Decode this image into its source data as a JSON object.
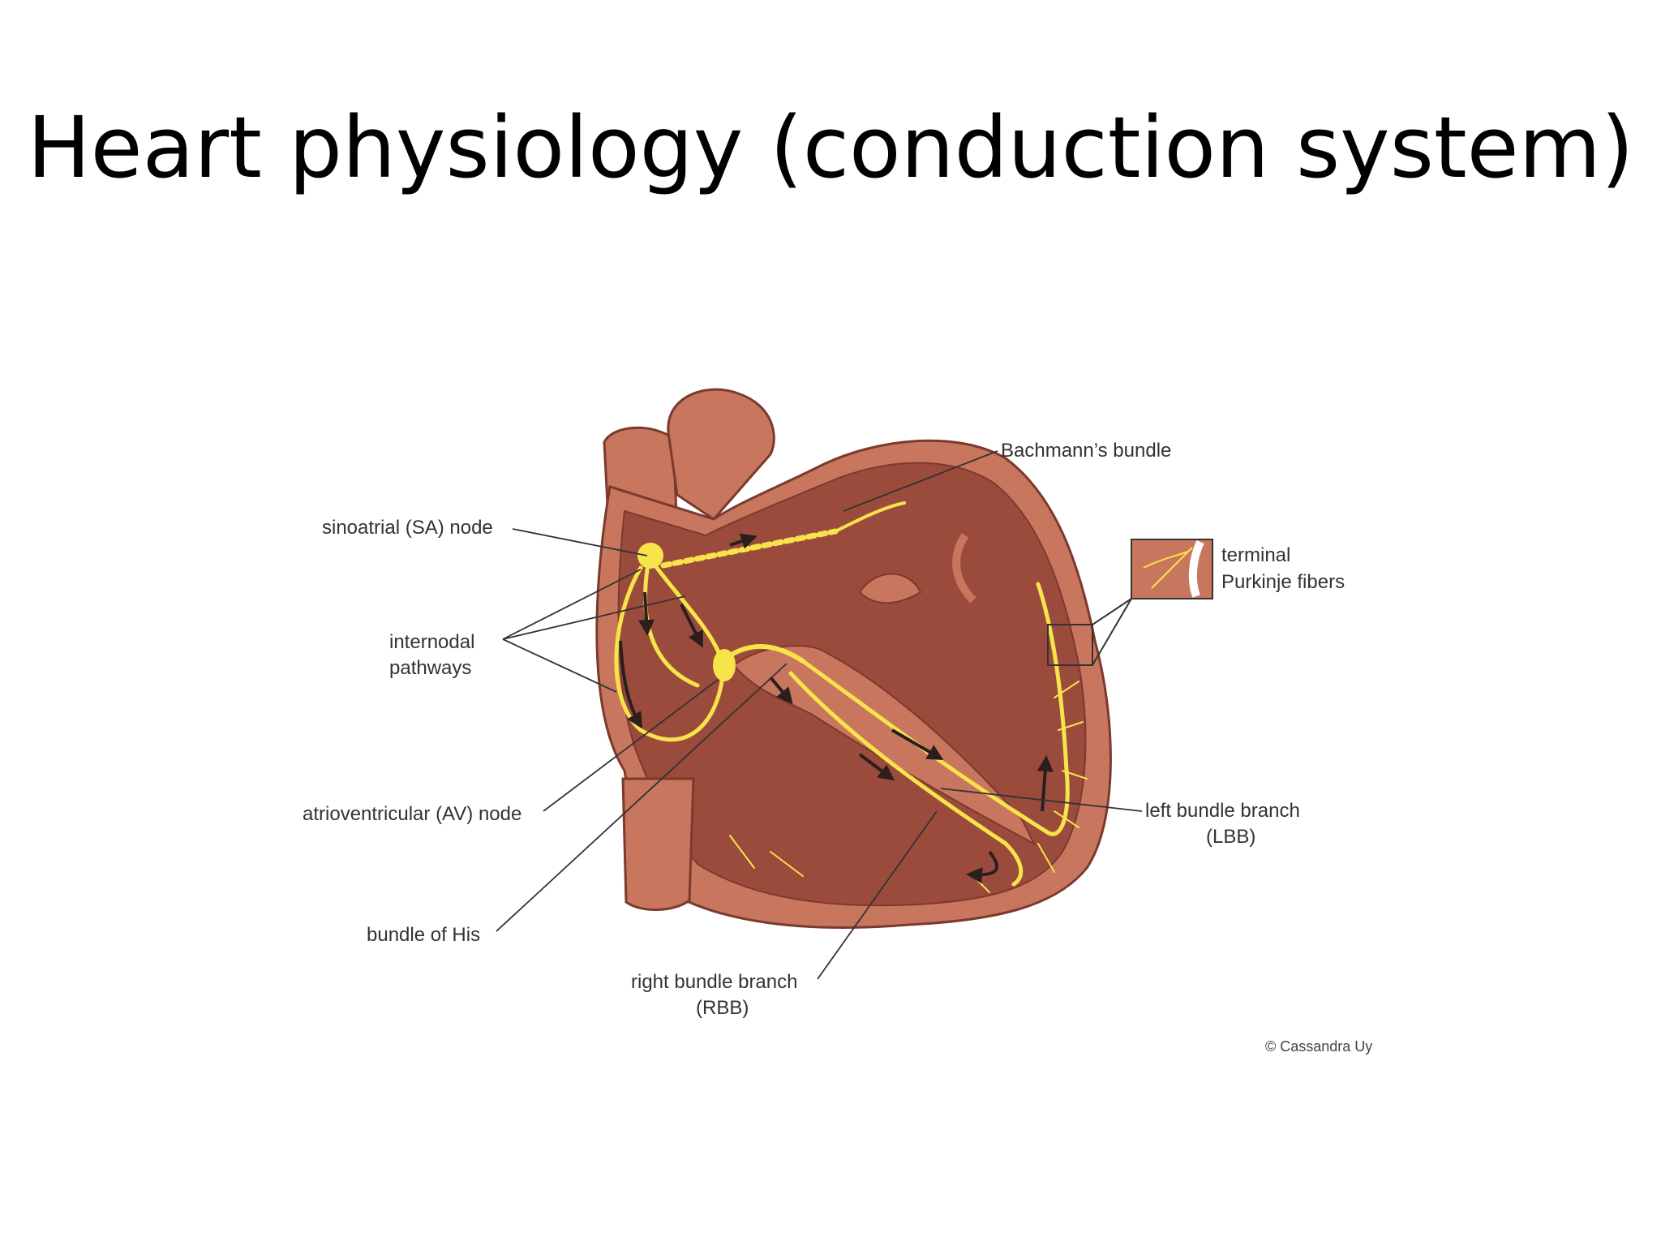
{
  "slide": {
    "title": "Heart physiology (conduction system)"
  },
  "diagram": {
    "labels": {
      "sa_node": "sinoatrial (SA) node",
      "internodal_1": "internodal",
      "internodal_2": "pathways",
      "av_node": "atrioventricular (AV) node",
      "bundle_his": "bundle of His",
      "bachmann": "Bachmann’s bundle",
      "purkinje_1": "terminal",
      "purkinje_2": "Purkinje fibers",
      "lbb_1": "left bundle branch",
      "lbb_2": "(LBB)",
      "rbb_1": "right bundle branch",
      "rbb_2": "(RBB)"
    },
    "credit": "© Cassandra Uy",
    "colors": {
      "muscle": "#9a4b3c",
      "muscle_light": "#c9765f",
      "outline": "#7b3a2e",
      "conduction": "#f7e34a",
      "arrow": "#2a1e1e",
      "leader": "#333333"
    }
  }
}
